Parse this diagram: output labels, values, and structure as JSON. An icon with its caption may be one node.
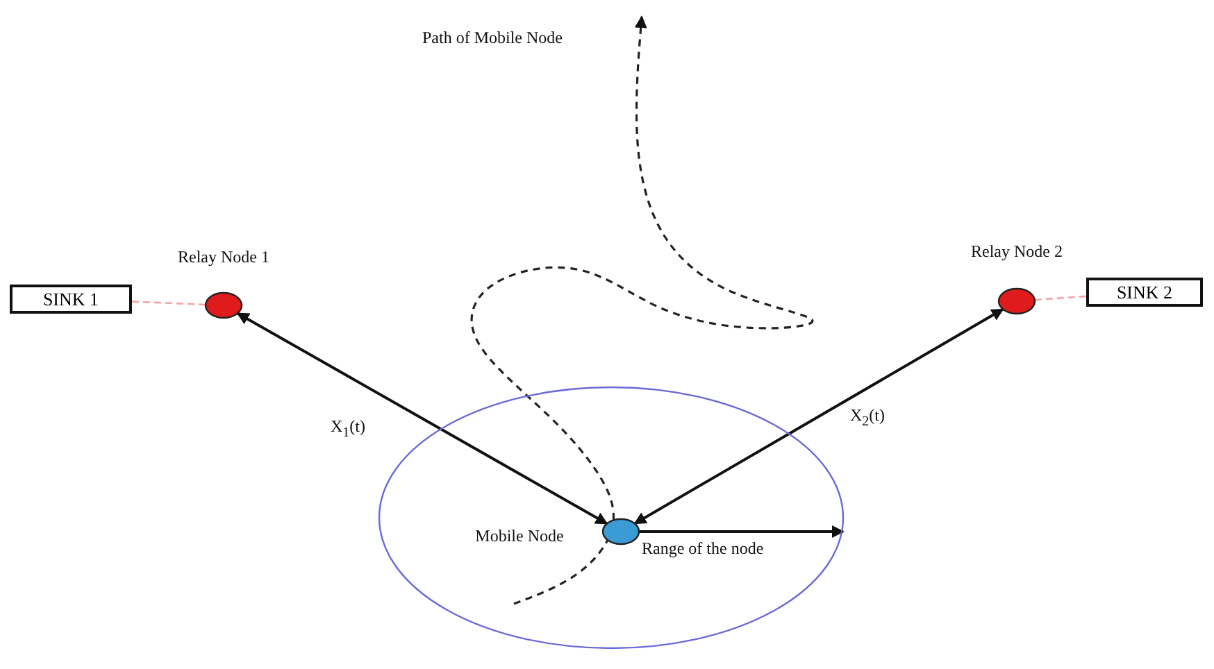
{
  "diagram": {
    "nodes": [
      {
        "text": [
          "SINK 1"
        ]
      },
      {
        "text": [
          "Relay Node 1"
        ]
      },
      {
        "text": [
          "Relay Node 2"
        ]
      },
      {
        "text": [
          "SINK 2"
        ]
      },
      {
        "text": [],
        "shape": "ellipse"
      },
      {
        "text": [
          "Mobile Node"
        ],
        "in": 4
      }
    ],
    "edges": [
      {
        "from": 0,
        "to": 1,
        "arrow": "none",
        "style": "dashed",
        "color": "#f4a3a3"
      },
      {
        "from": 2,
        "to": 3,
        "arrow": "none",
        "style": "dashed",
        "color": "#f4a3a3"
      },
      {
        "from": 1,
        "to": 5,
        "arrow": "both",
        "label": "X$_{1}$(t)"
      },
      {
        "from": 5,
        "to": 2,
        "arrow": "both",
        "label": "X$_{2}$(t)"
      },
      {
        "from": 5,
        "to": 4,
        "arrow": "to",
        "label": "Range of the node"
      }
    ],
    "labels": [
      "Path of Mobile Node"
    ]
  }
}
